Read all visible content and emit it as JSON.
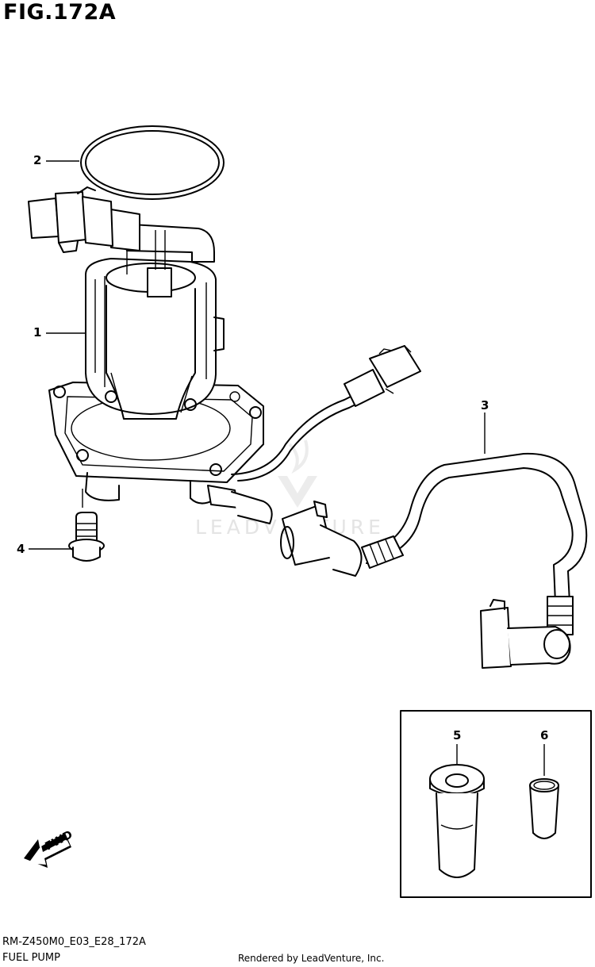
{
  "figure": {
    "title": "FIG.172A"
  },
  "callouts": [
    {
      "id": "1",
      "label": "1"
    },
    {
      "id": "2",
      "label": "2"
    },
    {
      "id": "3",
      "label": "3"
    },
    {
      "id": "4",
      "label": "4"
    },
    {
      "id": "5",
      "label": "5"
    },
    {
      "id": "6",
      "label": "6"
    }
  ],
  "direction_arrow": {
    "label": "FWD"
  },
  "watermark": {
    "text": "LEADVENTURE"
  },
  "footer": {
    "diagram_code": "RM-Z450M0_E03_E28_172A",
    "part_name": "FUEL PUMP",
    "rendered_by": "Rendered by LeadVenture, Inc."
  }
}
